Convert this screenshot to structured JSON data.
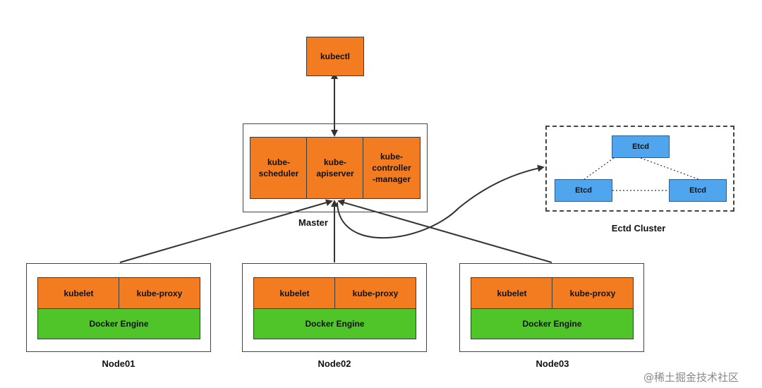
{
  "kubectl": {
    "label": "kubectl"
  },
  "master": {
    "caption": "Master",
    "components": [
      {
        "label": "kube-\nscheduler"
      },
      {
        "label": "kube-\napiserver"
      },
      {
        "label": "kube-\ncontroller\n-manager"
      }
    ]
  },
  "etcd_cluster": {
    "caption": "Ectd Cluster",
    "nodes": [
      "Etcd",
      "Etcd",
      "Etcd"
    ]
  },
  "nodes": [
    {
      "caption": "Node01",
      "kubelet": "kubelet",
      "proxy": "kube-proxy",
      "engine": "Docker Engine"
    },
    {
      "caption": "Node02",
      "kubelet": "kubelet",
      "proxy": "kube-proxy",
      "engine": "Docker Engine"
    },
    {
      "caption": "Node03",
      "kubelet": "kubelet",
      "proxy": "kube-proxy",
      "engine": "Docker Engine"
    }
  ],
  "watermark": "@稀土掘金技术社区",
  "colors": {
    "component": "#f47c20",
    "engine": "#4fc52a",
    "etcd": "#4fa6ef",
    "line": "#333333"
  }
}
